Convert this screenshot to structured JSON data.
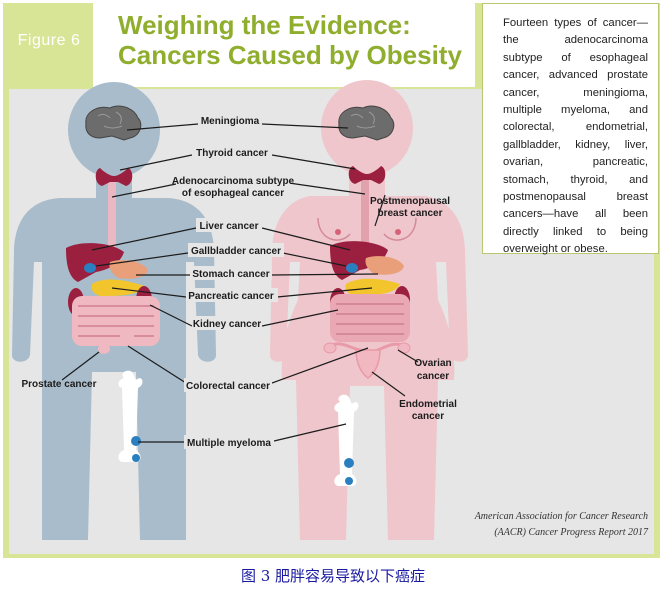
{
  "figure_label": "Figure 6",
  "title_line1": "Weighing the Evidence:",
  "title_line2": "Cancers Caused by Obesity",
  "description": "Fourteen types of cancer—the adenocarcinoma subtype of esophageal cancer, advanced prostate cancer, meningioma, multiple myeloma, and colorectal, endometrial, gallbladder, kidney, liver, ovarian, pancreatic, stomach, thyroid, and postmenopausal breast cancers—have all been directly linked to being overweight or obese.",
  "labels": {
    "meningioma": "Meningioma",
    "thyroid": "Thyroid cancer",
    "adeno_line1": "Adenocarcinoma subtype",
    "adeno_line2": "of esophageal cancer",
    "breast_line1": "Postmenopausal",
    "breast_line2": "breast cancer",
    "liver": "Liver cancer",
    "gallbladder": "Gallbladder cancer",
    "stomach": "Stomach cancer",
    "pancreatic": "Pancreatic cancer",
    "kidney": "Kidney cancer",
    "prostate": "Prostate cancer",
    "colorectal": "Colorectal cancer",
    "ovarian_line1": "Ovarian",
    "ovarian_line2": "cancer",
    "endometrial_line1": "Endometrial",
    "endometrial_line2": "cancer",
    "myeloma": "Multiple myeloma"
  },
  "source_line1": "American Association for Cancer Research",
  "source_line2": "(AACR) Cancer Progress Report 2017",
  "caption": "图 3  肥胖容易导致以下癌症",
  "colors": {
    "accent_green": "#8fae2d",
    "frame_green": "#d9e596",
    "male_body": "#a9bccb",
    "female_body": "#efc6cc",
    "organ_red": "#9b1f3e",
    "pancreas_yellow": "#f3c52c",
    "marrow_blue": "#2a7fc1"
  }
}
